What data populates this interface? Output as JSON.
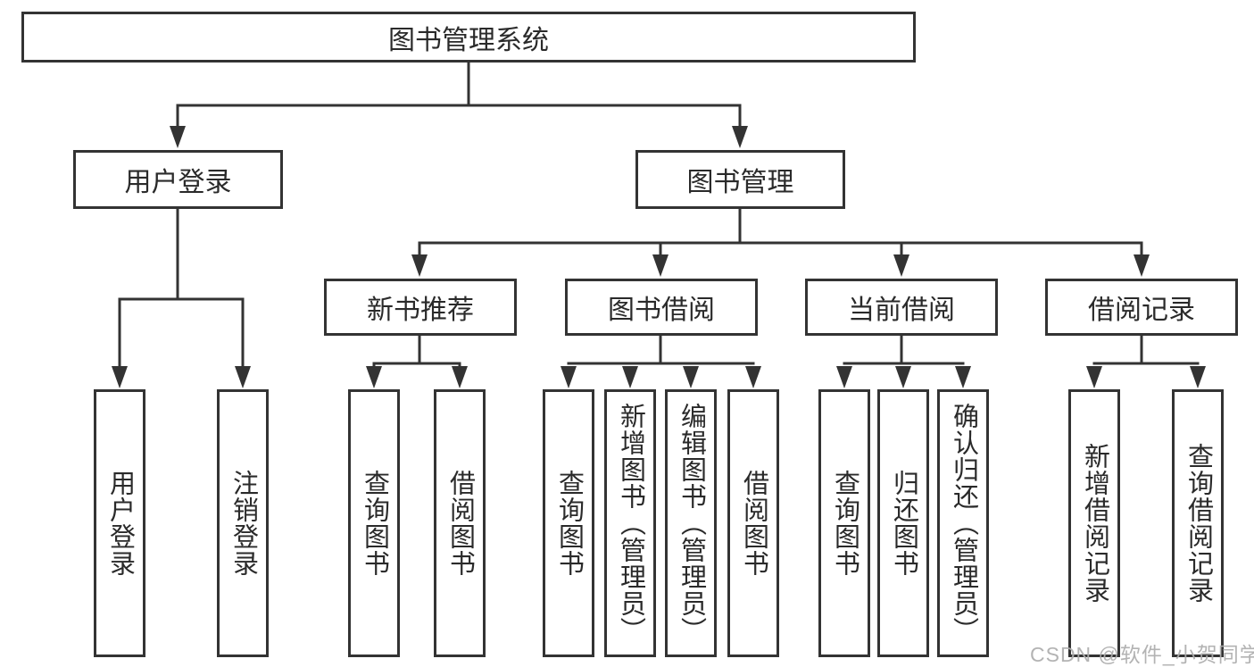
{
  "diagram_type": "hierarchy-tree",
  "colors": {
    "line": "#333333",
    "box_border": "#333333",
    "box_background": "#ffffff",
    "text": "#2a2a2a",
    "watermark": "#adadad",
    "background": "#ffffff"
  },
  "watermark": {
    "text": "CSDN @软件_小贺同学"
  },
  "tree": {
    "label": "图书管理系统",
    "children": [
      {
        "label": "用户登录",
        "children": [
          {
            "label": "用户登录"
          },
          {
            "label": "注销登录"
          }
        ]
      },
      {
        "label": "图书管理",
        "children": [
          {
            "label": "新书推荐",
            "children": [
              {
                "label": "查询图书"
              },
              {
                "label": "借阅图书"
              }
            ]
          },
          {
            "label": "图书借阅",
            "children": [
              {
                "label": "查询图书"
              },
              {
                "label": "新增图书（管理员）"
              },
              {
                "label": "编辑图书（管理员）"
              },
              {
                "label": "借阅图书"
              }
            ]
          },
          {
            "label": "当前借阅",
            "children": [
              {
                "label": "查询图书"
              },
              {
                "label": "归还图书"
              },
              {
                "label": "确认归还（管理员）"
              }
            ]
          },
          {
            "label": "借阅记录",
            "children": [
              {
                "label": "新增借阅记录"
              },
              {
                "label": "查询借阅记录"
              }
            ]
          }
        ]
      }
    ]
  }
}
